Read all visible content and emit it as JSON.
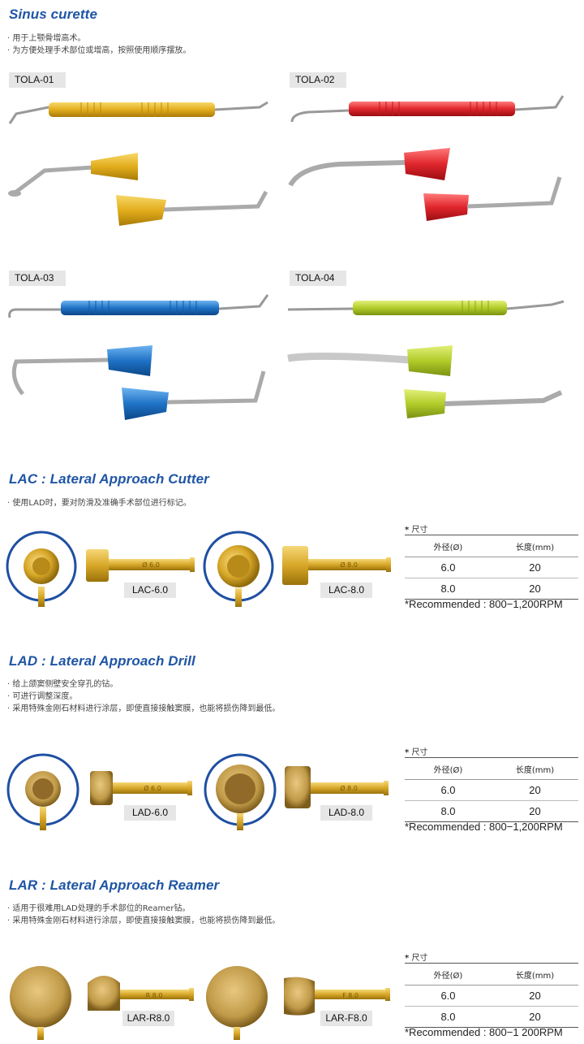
{
  "sinus": {
    "title": "Sinus curette",
    "bullets": [
      "用于上颚骨增高术。",
      "为方便处理手术部位或增高，按照使用顺序摆放。"
    ],
    "items": [
      {
        "code": "TOLA-01",
        "color": "#e2ad1c"
      },
      {
        "code": "TOLA-02",
        "color": "#e0262d"
      },
      {
        "code": "TOLA-03",
        "color": "#1f72c6"
      },
      {
        "code": "TOLA-04",
        "color": "#b2cc2a"
      }
    ]
  },
  "lac": {
    "title": "LAC : Lateral Approach Cutter",
    "bullets": [
      "使用LAD时，要对防滑及准确手术部位进行标记。"
    ],
    "products": [
      "LAC-6.0",
      "LAC-8.0"
    ],
    "shank_marks": [
      "Ø 6.0",
      "Ø 8.0"
    ]
  },
  "lad": {
    "title": "LAD : Lateral Approach Drill",
    "bullets": [
      "给上颌窦侧壁安全穿孔的钻。",
      "可进行调整深度。",
      "采用特殊金刚石材料进行涂层，即使直接接触窦膜，也能将损伤降到最低。"
    ],
    "products": [
      "LAD-6.0",
      "LAD-8.0"
    ],
    "shank_marks": [
      "Ø 6.0",
      "Ø 8.0"
    ]
  },
  "lar": {
    "title": "LAR : Lateral Approach Reamer",
    "bullets": [
      "适用于很难用LAD处理的手术部位的Reamer钻。",
      "采用特殊金刚石材料进行涂层，即使直接接触窦膜，也能将损伤降到最低。"
    ],
    "products": [
      "LAR-R8.0",
      "LAR-F8.0"
    ],
    "shank_marks": [
      "R 8.0",
      "F 8.0"
    ]
  },
  "spec": {
    "heading_star": "*",
    "heading": "尺寸",
    "col_diameter": "外径(Ø)",
    "col_length": "长度(mm)",
    "rows": [
      [
        "6.0",
        "20"
      ],
      [
        "8.0",
        "20"
      ]
    ],
    "recommended": "*Recommended : 800−1,200RPM",
    "recommended_lar": "*Recommended : 800−1 200RPM"
  },
  "colors": {
    "title_blue": "#1f55a5",
    "gold": "#d7a728",
    "ring_blue": "#1f4fa2"
  }
}
